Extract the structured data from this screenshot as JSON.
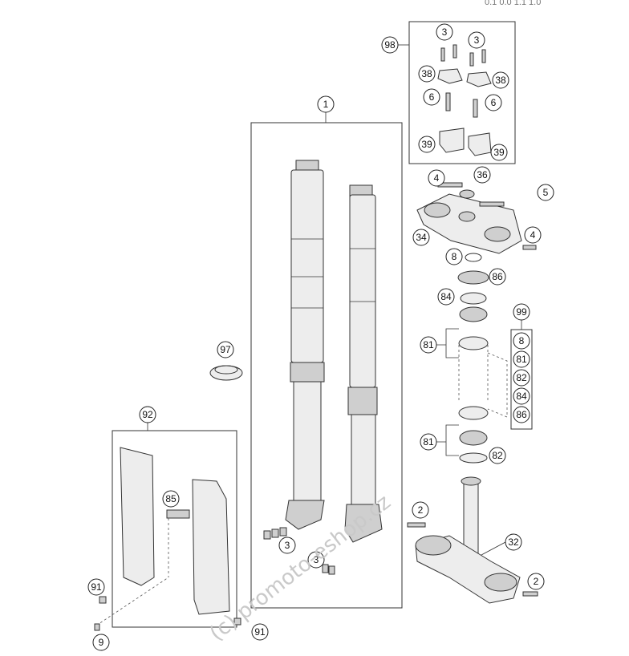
{
  "diagram": {
    "corner_text": "0.1  0.0  1.1  1.0",
    "watermark": "(c) promoto-eshop.cz",
    "callouts": [
      {
        "id": "c1",
        "label": "1"
      },
      {
        "id": "c98",
        "label": "98"
      },
      {
        "id": "c3a",
        "label": "3"
      },
      {
        "id": "c3b",
        "label": "3"
      },
      {
        "id": "c38a",
        "label": "38"
      },
      {
        "id": "c38b",
        "label": "38"
      },
      {
        "id": "c6a",
        "label": "6"
      },
      {
        "id": "c6b",
        "label": "6"
      },
      {
        "id": "c39a",
        "label": "39"
      },
      {
        "id": "c39b",
        "label": "39"
      },
      {
        "id": "c4a",
        "label": "4"
      },
      {
        "id": "c36",
        "label": "36"
      },
      {
        "id": "c5",
        "label": "5"
      },
      {
        "id": "c34",
        "label": "34"
      },
      {
        "id": "c4b",
        "label": "4"
      },
      {
        "id": "c8",
        "label": "8"
      },
      {
        "id": "c86",
        "label": "86"
      },
      {
        "id": "c84",
        "label": "84"
      },
      {
        "id": "c99",
        "label": "99"
      },
      {
        "id": "c81a",
        "label": "81"
      },
      {
        "id": "c81b",
        "label": "81"
      },
      {
        "id": "c82",
        "label": "82"
      },
      {
        "id": "c97",
        "label": "97"
      },
      {
        "id": "c92",
        "label": "92"
      },
      {
        "id": "c85",
        "label": "85"
      },
      {
        "id": "c2a",
        "label": "2"
      },
      {
        "id": "c3c",
        "label": "3"
      },
      {
        "id": "c3d",
        "label": "3"
      },
      {
        "id": "c32",
        "label": "32"
      },
      {
        "id": "c2b",
        "label": "2"
      },
      {
        "id": "c91a",
        "label": "91"
      },
      {
        "id": "c9",
        "label": "9"
      },
      {
        "id": "c91b",
        "label": "91"
      }
    ],
    "kit_list": [
      "8",
      "81",
      "82",
      "84",
      "86"
    ]
  }
}
